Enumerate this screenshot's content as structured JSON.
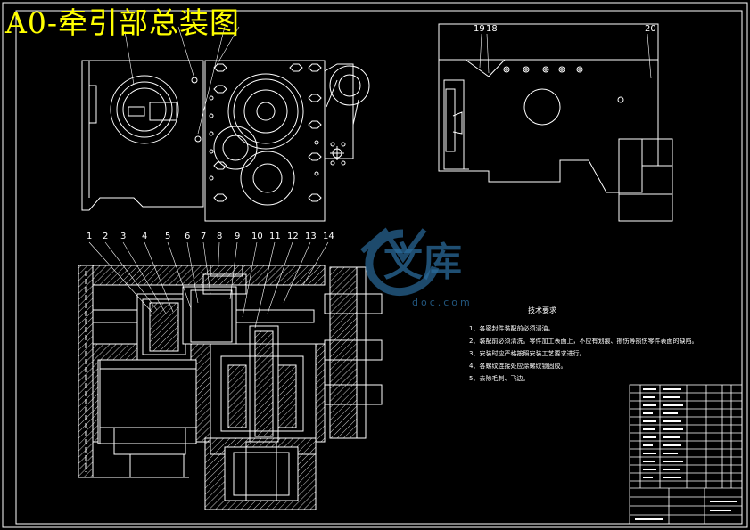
{
  "title": "A0-牵引部总装图",
  "watermark": {
    "text": "文库",
    "url": "doc.com"
  },
  "tech_requirements": {
    "heading": "技术要求",
    "lines": [
      "1、各密封件装配前必须浸油。",
      "2、装配前必须清洗。零件加工表面上，不应有划痕、擦伤等损伤零件表面的缺陷。",
      "3、安装时应严格按照安装工艺要求进行。",
      "4、各螺纹连接处应涂螺纹锁固胶。",
      "5、去除毛刺、飞边。"
    ]
  },
  "part_numbers": [
    "1",
    "2",
    "3",
    "4",
    "5",
    "6",
    "7",
    "8",
    "9",
    "10",
    "11",
    "12",
    "13",
    "14"
  ],
  "top_view_numbers": [
    "19",
    "18",
    "20"
  ],
  "colors": {
    "background": "#000000",
    "line": "#ffffff",
    "title": "#ffff00",
    "watermark": "#2a6a9a"
  }
}
